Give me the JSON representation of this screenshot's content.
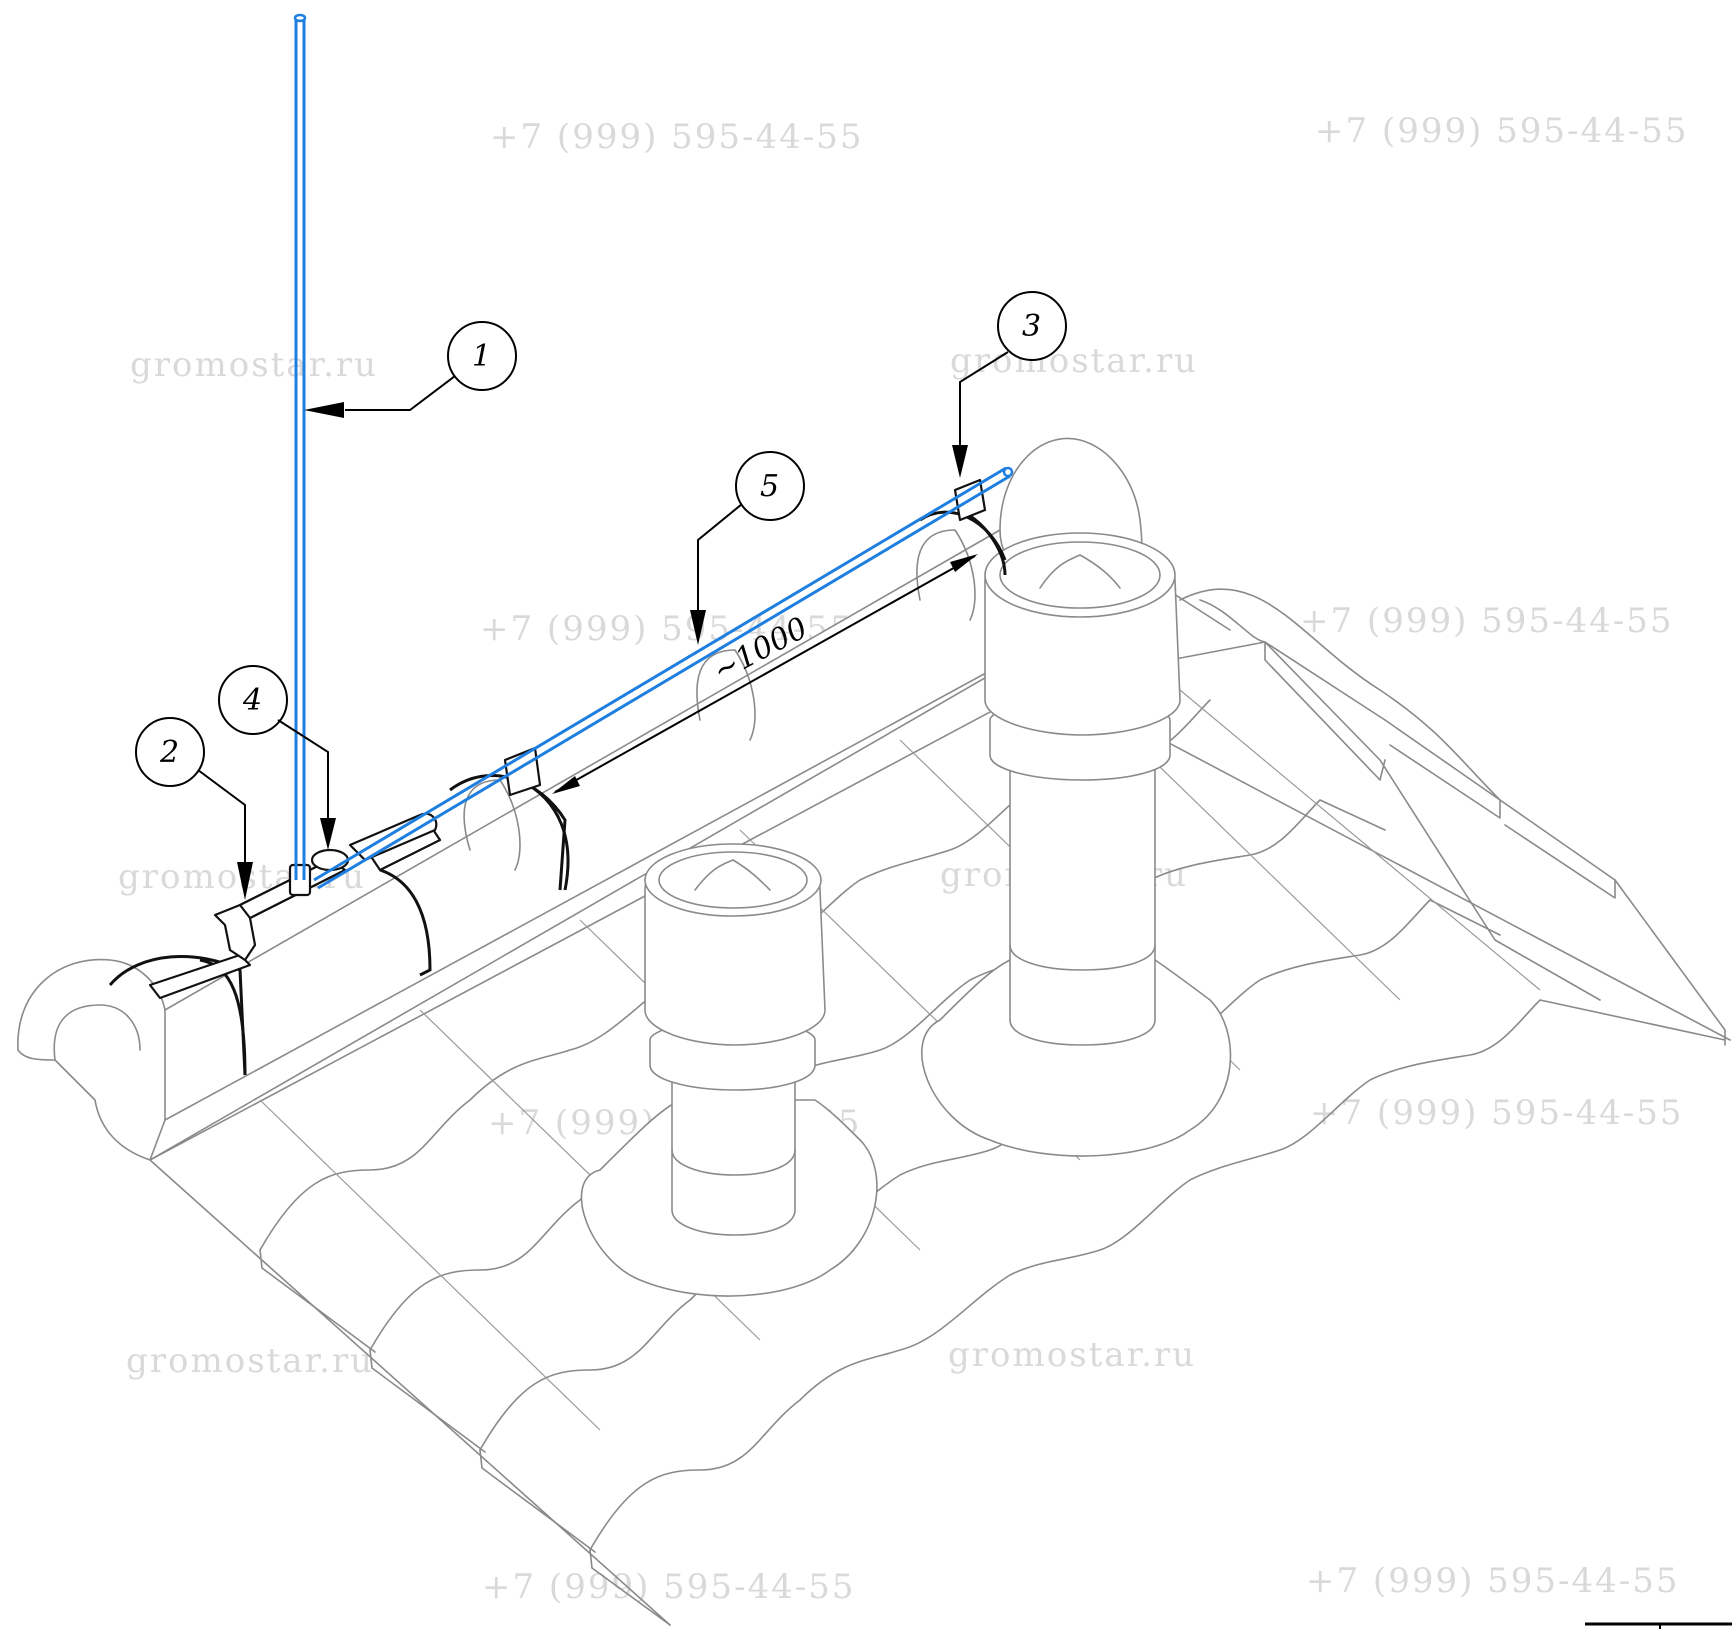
{
  "callouts": [
    {
      "id": "1",
      "label": "1"
    },
    {
      "id": "2",
      "label": "2"
    },
    {
      "id": "3",
      "label": "3"
    },
    {
      "id": "4",
      "label": "4"
    },
    {
      "id": "5",
      "label": "5"
    }
  ],
  "dimension": {
    "label": "~1000"
  },
  "watermarks": {
    "phone": "+7 (999) 595-44-55",
    "site": "gromostar.ru"
  },
  "colors": {
    "conductor": "#1f7fe0",
    "roof_lines": "#8a8a8a",
    "hardware": "#111111",
    "watermark": "#d9d9d9"
  }
}
